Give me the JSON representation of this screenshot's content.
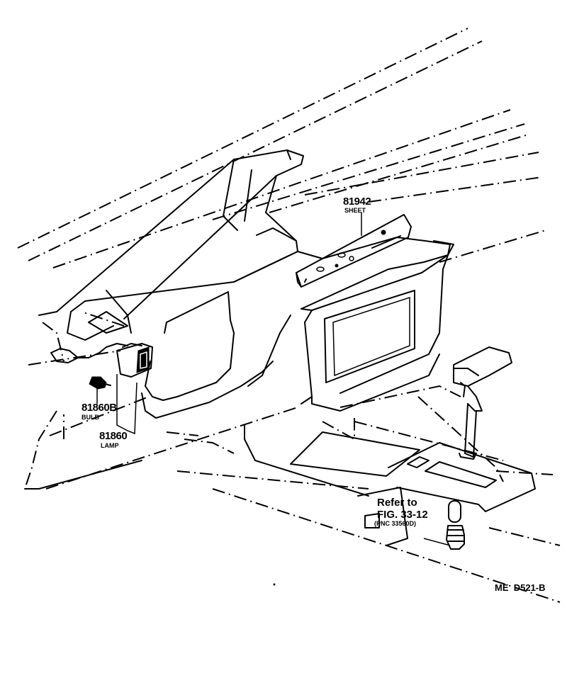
{
  "parts": {
    "sheet": {
      "number": "81942",
      "name": "SHEET"
    },
    "bulb": {
      "number": "81860B",
      "name": "BULB"
    },
    "lamp": {
      "number": "81860",
      "name": "LAMP"
    }
  },
  "reference": {
    "line1": "Refer to",
    "line2": "FIG. 33-12",
    "line3": "(PNC 33560D)"
  },
  "figure_code": "ME  D521-B"
}
